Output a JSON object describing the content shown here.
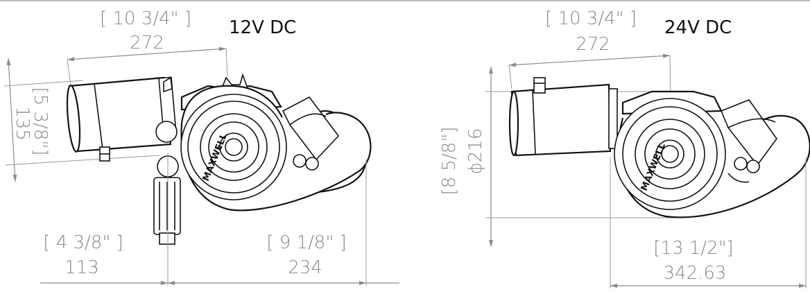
{
  "views": [
    {
      "voltage": "12V DC",
      "dims": {
        "top_inch": "[ 10 3/4\" ]",
        "top_mm": "272",
        "left_inch": "[5 3/8\"]",
        "left_mm": "135",
        "bottom_left_inch": "[ 4 3/8\" ]",
        "bottom_left_mm": "113",
        "bottom_right_inch": "[ 9 1/8\" ]",
        "bottom_right_mm": "234"
      },
      "brand_label": "MAXWELL"
    },
    {
      "voltage": "24V DC",
      "dims": {
        "top_inch": "[ 10 3/4\" ]",
        "top_mm": "272",
        "left_inch": "[8 5/8\"]",
        "left_mm": "ϕ216",
        "bottom_inch": "[13 1/2\"]",
        "bottom_mm": "342.63"
      },
      "brand_label": "MAXWELL"
    }
  ]
}
